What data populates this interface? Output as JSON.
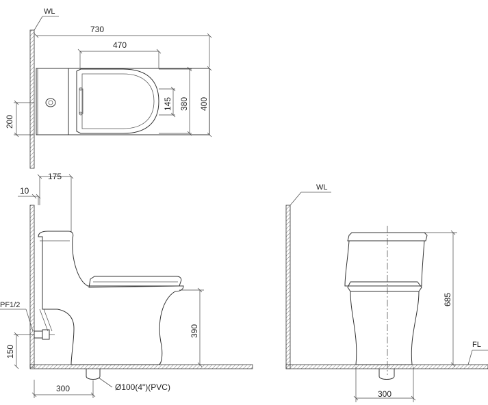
{
  "top_view": {
    "wall_label": "WL",
    "dims": {
      "overall_length": "730",
      "seat_length": "470",
      "seat_width": "145",
      "bowl_width": "380",
      "overall_width": "400",
      "rough_in_from_side": "200"
    }
  },
  "side_view": {
    "dims": {
      "tank_depth": "175",
      "wall_gap": "10",
      "supply_height": "150",
      "seat_height": "390",
      "rough_in": "300"
    },
    "supply_label": "PF1/2",
    "drain_label": "Ø100(4\")(PVC)"
  },
  "front_view": {
    "wall_label": "WL",
    "floor_label": "FL",
    "dims": {
      "total_height": "685",
      "base_width": "300"
    }
  }
}
